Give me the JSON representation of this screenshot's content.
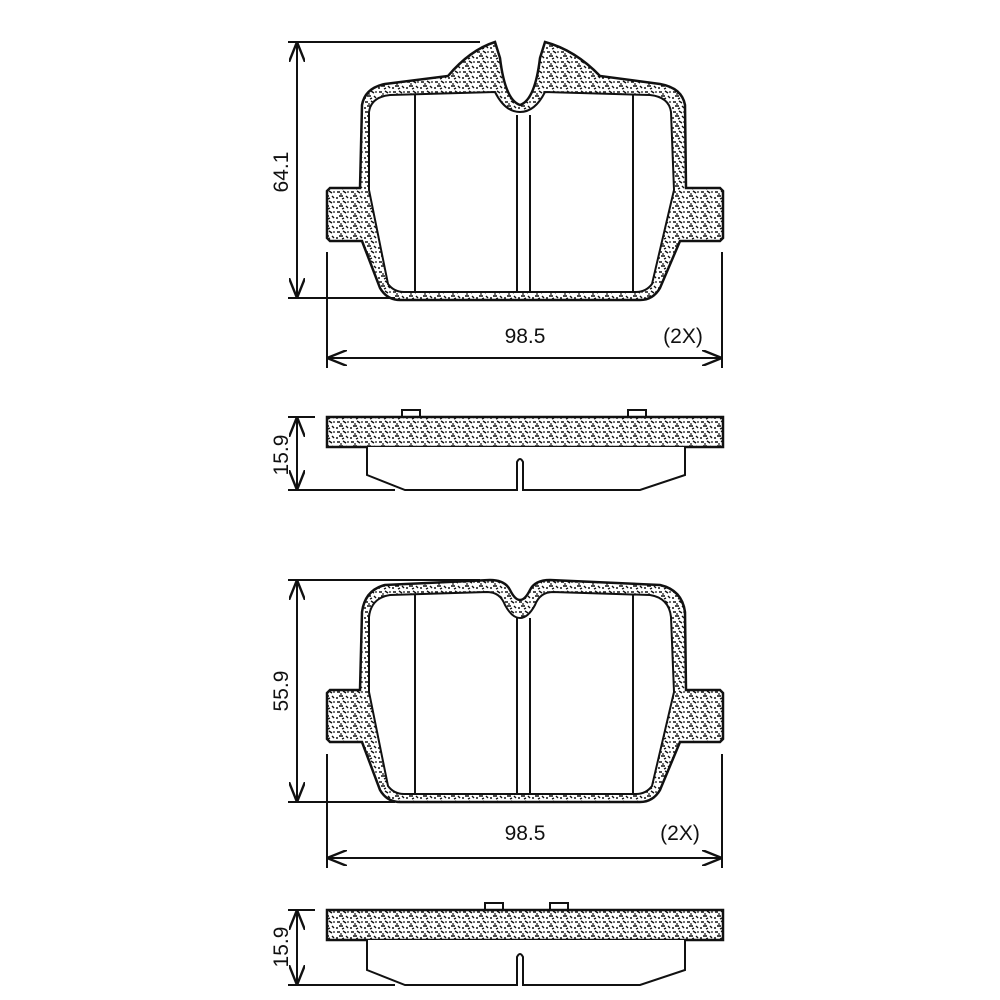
{
  "top_pad": {
    "height_label": "64.1",
    "width_label": "98.5",
    "quantity_label": "(2X)",
    "thickness_label": "15.9"
  },
  "bottom_pad": {
    "height_label": "55.9",
    "width_label": "98.5",
    "quantity_label": "(2X)",
    "thickness_label": "15.9"
  }
}
